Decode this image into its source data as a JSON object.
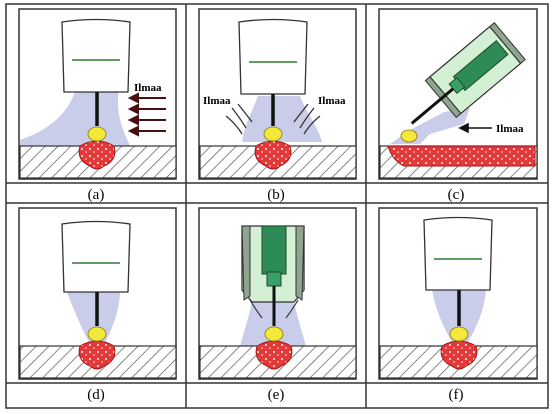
{
  "colors": {
    "grid_line": "#333333",
    "electrode_fill": "#ffffff",
    "electrode_band": "#2e7d32",
    "gas_cloud": "#c9cde9",
    "droplet": "#f4e83a",
    "weld_pool": "#e53939",
    "pool_dots": "#ffffff",
    "hatch": "#555555",
    "nozzle_green": "#d4f0d4",
    "nozzle_dark": "#2e8b57",
    "arrow": "#4a1010"
  },
  "panels": [
    {
      "id": "a",
      "caption": "(a)",
      "air_labels": [
        "Ilmaa"
      ],
      "icon": "wind-arrows"
    },
    {
      "id": "b",
      "caption": "(b)",
      "air_labels": [
        "Ilmaa",
        "Ilmaa"
      ],
      "icon": "converging-arrows"
    },
    {
      "id": "c",
      "caption": "(c)",
      "air_labels": [
        "Ilmaa"
      ],
      "icon": "tilted-torch"
    },
    {
      "id": "d",
      "caption": "(d)",
      "air_labels": [],
      "icon": "electrode"
    },
    {
      "id": "e",
      "caption": "(e)",
      "air_labels": [],
      "icon": "gas-nozzle"
    },
    {
      "id": "f",
      "caption": "(f)",
      "air_labels": [],
      "icon": "electrode"
    }
  ]
}
